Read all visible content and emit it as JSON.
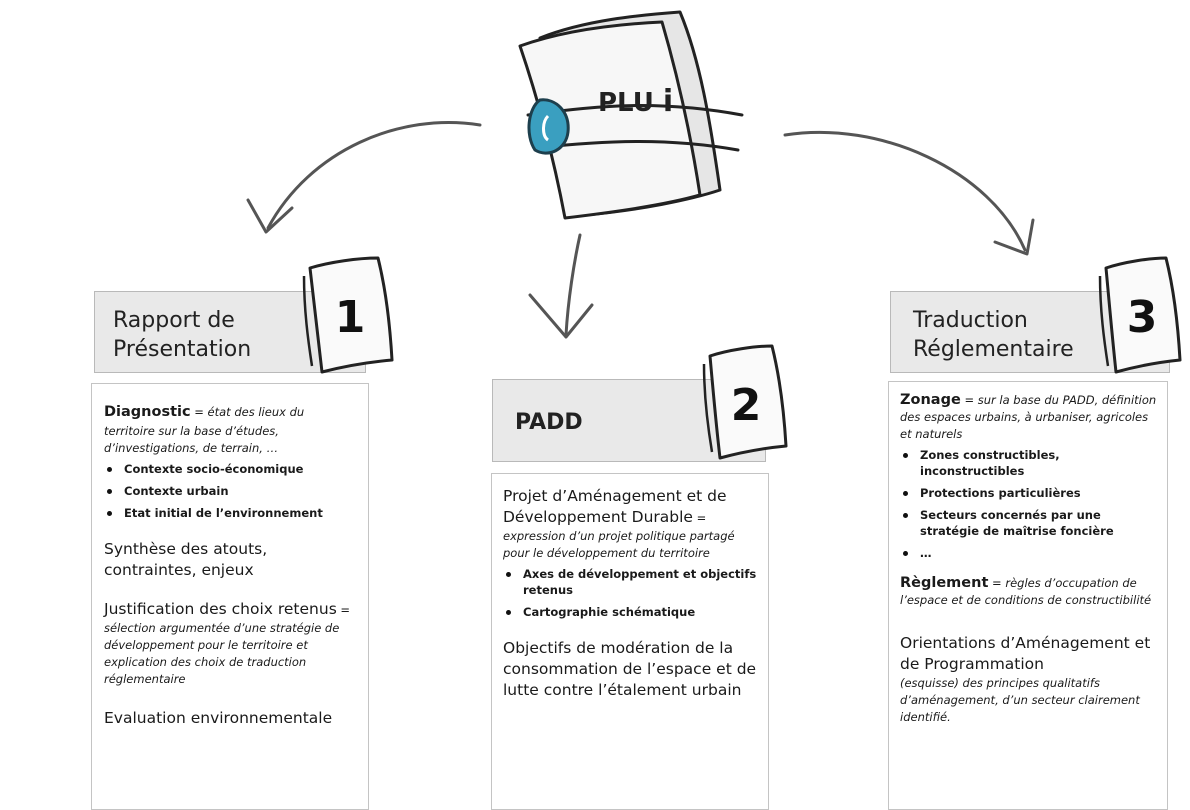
{
  "center_doc": {
    "label": "PLU",
    "label_suffix": "i"
  },
  "pillar1": {
    "number": "1",
    "title_line1": "Rapport de",
    "title_line2": "Présentation",
    "diag_title": "Diagnostic",
    "diag_eq": " = ",
    "diag_desc": "état des lieux du territoire sur la base d’études, d’investigations, de terrain, …",
    "diag_items": [
      "Contexte socio-économique",
      "Contexte urbain",
      "Etat initial de l’environnement"
    ],
    "synthese": "Synthèse des atouts, contraintes, enjeux",
    "justif_title": "Justification des choix retenus",
    "justif_eq": " = ",
    "justif_desc": "sélection argumentée d’une stratégie de développement pour le territoire et explication des choix de traduction réglementaire",
    "evaluation": "Evaluation environnementale"
  },
  "pillar2": {
    "number": "2",
    "title": "PADD",
    "projet_title": "Projet d’Aménagement et de Développement Durable",
    "projet_eq": " =",
    "projet_desc": "expression d’un projet politique partagé pour le développement du territoire",
    "items": [
      "Axes de développement et objectifs retenus",
      "Cartographie schématique"
    ],
    "objectifs": "Objectifs de modération de la consommation de l’espace et de lutte contre l’étalement urbain"
  },
  "pillar3": {
    "number": "3",
    "title_line1": "Traduction",
    "title_line2": "Réglementaire",
    "zonage_title": "Zonage",
    "zonage_eq": " = ",
    "zonage_desc": "sur la base du PADD, définition des espaces urbains, à urbaniser, agricoles et naturels",
    "zonage_items": [
      "Zones constructibles, inconstructibles",
      "Protections particulières",
      "Secteurs concernés par une stratégie de maîtrise foncière",
      "…"
    ],
    "reglement_title": "Règlement",
    "reglement_eq": " = ",
    "reglement_desc": "règles d’occupation de l’espace et de conditions de constructibilité",
    "oap_title": "Orientations d’Aménagement et de Programmation",
    "oap_desc": "(esquisse) des principes qualitatifs d’aménagement, d’un secteur clairement identifié."
  }
}
